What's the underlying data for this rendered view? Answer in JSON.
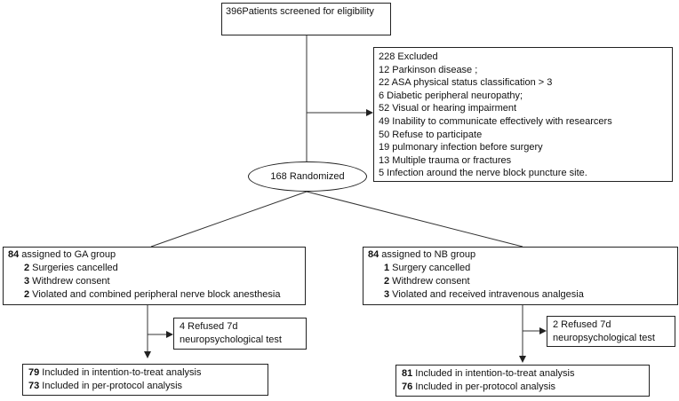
{
  "screened": {
    "text": "396Patients screened for eligibility"
  },
  "excluded": {
    "items": [
      "228   Excluded",
      "12  Parkinson disease ;",
      "22  ASA physical status classification > 3",
      "6  Diabetic peripheral neuropathy;",
      "52  Visual or hearing  impairment",
      "49  Inability to communicate effectively with researcers",
      "50  Refuse to participate",
      "19  pulmonary infection before surgery",
      "13  Multiple trauma or fractures",
      "5  Infection around the nerve block puncture site."
    ]
  },
  "randomized": {
    "text": "168 Randomized"
  },
  "ga_group": {
    "lines": [
      {
        "num": "84",
        "text": " assigned to GA group"
      },
      {
        "num": "2",
        "text": " Surgeries cancelled"
      },
      {
        "num": "3",
        "text": " Withdrew consent"
      },
      {
        "num": "2",
        "text": " Violated and combined peripheral nerve block anesthesia"
      }
    ]
  },
  "nb_group": {
    "lines": [
      {
        "num": "84",
        "text": " assigned to NB group"
      },
      {
        "num": "1",
        "text": " Surgery cancelled"
      },
      {
        "num": "2",
        "text": " Withdrew consent"
      },
      {
        "num": "3",
        "text": " Violated and received intravenous analgesia"
      }
    ]
  },
  "ga_refused": {
    "line1": "4 Refused 7d",
    "line2": "neuropsychological test"
  },
  "nb_refused": {
    "line1": "2 Refused 7d",
    "line2": "neuropsychological test"
  },
  "ga_analysis": {
    "lines": [
      {
        "num": "79",
        "text": " Included in intention-to-treat analysis"
      },
      {
        "num": "73",
        "text": " Included in per-protocol analysis"
      }
    ]
  },
  "nb_analysis": {
    "lines": [
      {
        "num": "81",
        "text": " Included in intention-to-treat analysis"
      },
      {
        "num": "76",
        "text": " Included in per-protocol analysis"
      }
    ]
  }
}
